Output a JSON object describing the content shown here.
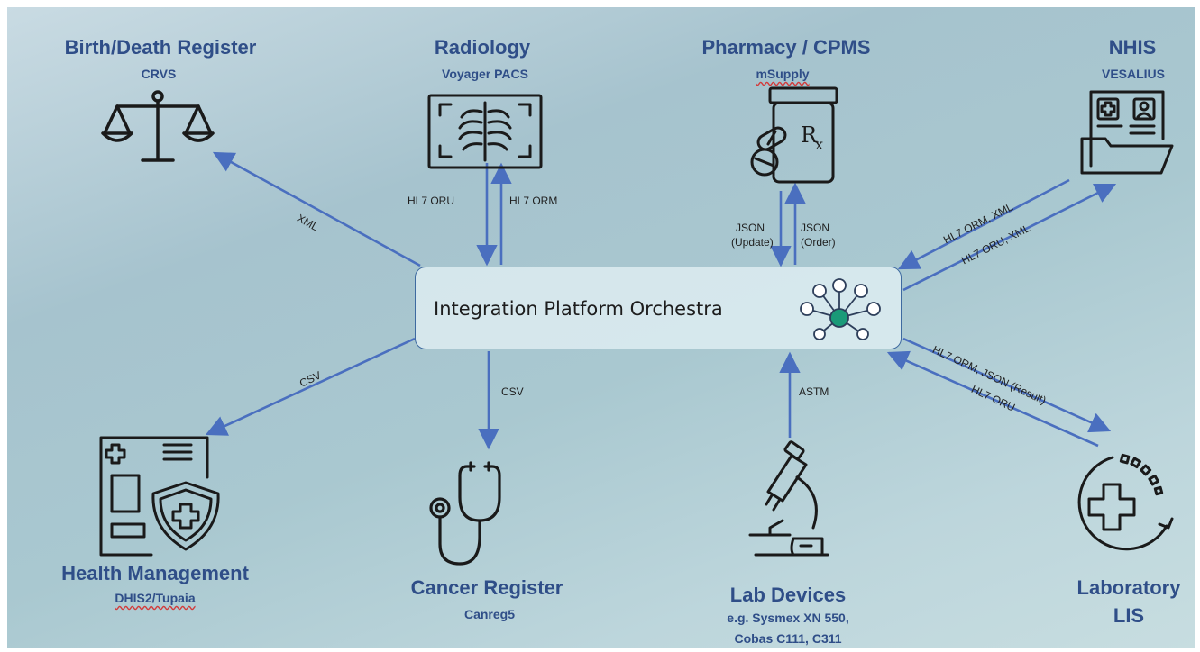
{
  "hub": {
    "label": "Integration Platform Orchestra",
    "icon": "network-hub-icon"
  },
  "nodes": {
    "birth_death": {
      "title": "Birth/Death Register",
      "subtitle": "CRVS",
      "icon": "scales-icon"
    },
    "radiology": {
      "title": "Radiology",
      "subtitle": "Voyager PACS",
      "icon": "xray-icon"
    },
    "pharmacy": {
      "title": "Pharmacy / CPMS",
      "subtitle": "mSupply",
      "icon": "prescription-bottle-icon"
    },
    "nhis": {
      "title": "NHIS",
      "subtitle": "VESALIUS",
      "icon": "patient-record-icon"
    },
    "health_mgmt": {
      "title": "Health Management",
      "subtitle": "DHIS2/Tupaia",
      "icon": "health-report-shield-icon"
    },
    "cancer": {
      "title": "Cancer Register",
      "subtitle": "Canreg5",
      "icon": "stethoscope-icon"
    },
    "lab_devices": {
      "title": "Lab Devices",
      "subtitle_line1": "e.g. Sysmex XN 550,",
      "subtitle_line2": "Cobas C111, C311",
      "icon": "microscope-icon"
    },
    "laboratory": {
      "title_line1": "Laboratory",
      "title_line2": "LIS",
      "icon": "medical-cross-cycle-icon"
    }
  },
  "flows": {
    "xml": "XML",
    "radiology_oru": "HL7 ORU",
    "radiology_orm": "HL7 ORM",
    "pharmacy_update_1": "JSON",
    "pharmacy_update_2": "(Update)",
    "pharmacy_order_1": "JSON",
    "pharmacy_order_2": "(Order)",
    "nhis_in": "HL7 ORM, XML",
    "nhis_out": "HL7 ORU, XML",
    "csv_health": "CSV",
    "csv_cancer": "CSV",
    "astm": "ASTM",
    "lab_out": "HL7 ORM, JSON (Result)",
    "lab_in": "HL7 ORU"
  },
  "colors": {
    "arrow": "#4a6fbf",
    "title": "#2f4e88",
    "hub_node": "#1a9a78",
    "icon_stroke": "#1a1a1a"
  }
}
